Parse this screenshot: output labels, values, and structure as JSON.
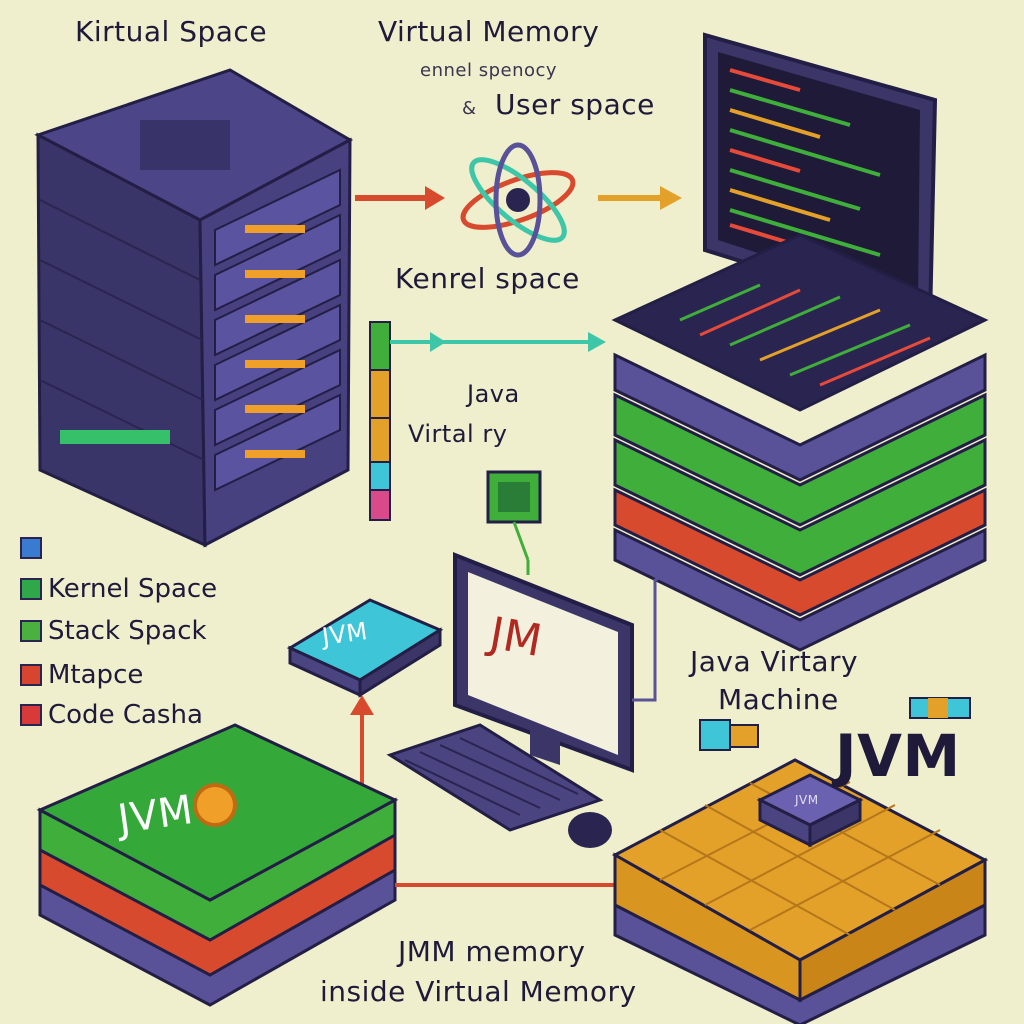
{
  "labels": {
    "top_left": "Kirtual Space",
    "top_center": "Virtual Memory",
    "top_center_sub": "ennel spenocy",
    "user_space": "User space",
    "user_space_prefix": "&",
    "kernel_space_center": "Kenrel space",
    "java_virtual_line1": "Java",
    "java_virtual_line2": "Virtal   ry",
    "jvm_top_tile": "JVM",
    "monitor_jm": "JM",
    "java_machine_line1": "Java Virtary",
    "java_machine_line2": "Machine",
    "jvm_big": "JVM",
    "bottom_left_chip": "JVM",
    "bottom_chip_small": "JVM",
    "bottom_caption_line1": "JMM memory",
    "bottom_caption_line2": "inside Virtual Memory"
  },
  "legend": [
    {
      "label": "",
      "color": "#3a7ad0"
    },
    {
      "label": "Kernel Space",
      "color": "#2fa84a"
    },
    {
      "label": "Stack Spack",
      "color": "#4ab040"
    },
    {
      "label": "Mtapce",
      "color": "#d8452e"
    },
    {
      "label": "Code Casha",
      "color": "#d83a3a"
    }
  ],
  "colors": {
    "server": "#3b3568",
    "server_front": "#4a4480",
    "green": "#3fae3a",
    "red": "#d84a2e",
    "purple": "#5a5298",
    "orange": "#e3a12a",
    "cyan": "#3ec6d8"
  }
}
